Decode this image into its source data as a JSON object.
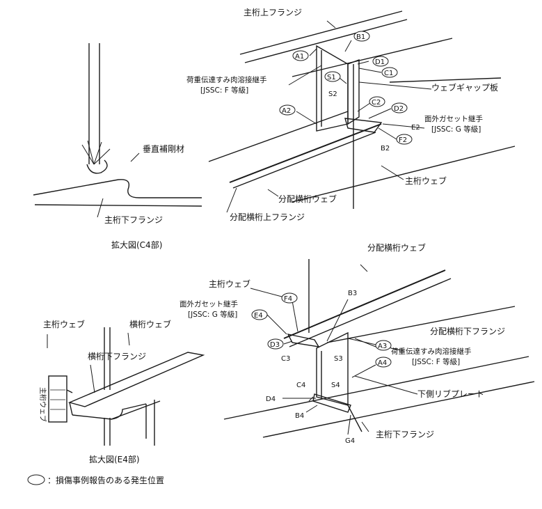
{
  "top_right": {
    "labels": {
      "main_top_flange": "主桁上フランジ",
      "load_transfer_joint": "荷重伝達すみ肉溶接継手",
      "jssc_f": "[JSSC: F 等級]",
      "web_gap_plate": "ウェブギャップ板",
      "out_of_plane_gusset": "面外ガセット継手",
      "jssc_g": "[JSSC: G 等級]",
      "main_web": "主桁ウェブ",
      "dist_cross_web": "分配横桁ウェブ",
      "dist_cross_top_flange": "分配横桁上フランジ"
    },
    "circled_codes": [
      "A1",
      "B1",
      "D1",
      "C1",
      "S1",
      "A2",
      "C2",
      "D2",
      "F2"
    ],
    "plain_codes": [
      "S2",
      "E2",
      "B2"
    ]
  },
  "top_left": {
    "labels": {
      "vertical_stiffener": "垂直補剛材",
      "main_bottom_flange": "主桁下フランジ",
      "caption": "拡大図(C4部)"
    }
  },
  "bottom_right": {
    "labels": {
      "dist_cross_web": "分配横桁ウェブ",
      "main_web": "主桁ウェブ",
      "out_of_plane_gusset": "面外ガセット継手",
      "jssc_g": "[JSSC: G 等級]",
      "dist_cross_bottom_flange": "分配横桁下フランジ",
      "load_transfer_joint": "荷重伝達すみ肉溶接継手",
      "jssc_f": "[JSSC: F 等級]",
      "lower_rib_plate": "下側リブプレート",
      "main_bottom_flange": "主桁下フランジ"
    },
    "circled_codes": [
      "F4",
      "E4",
      "D3",
      "A3",
      "A4"
    ],
    "plain_codes": [
      "B3",
      "C3",
      "S3",
      "C4",
      "S4",
      "D4",
      "B4",
      "G4"
    ]
  },
  "bottom_left": {
    "labels": {
      "main_web": "主桁ウェブ",
      "cross_web": "横桁ウェブ",
      "cross_bottom_flange": "横桁下フランジ",
      "side_text": "主桁ウェブ",
      "caption": "拡大図(E4部)"
    }
  },
  "legend": {
    "text": "：損傷事例報告のある発生位置"
  }
}
